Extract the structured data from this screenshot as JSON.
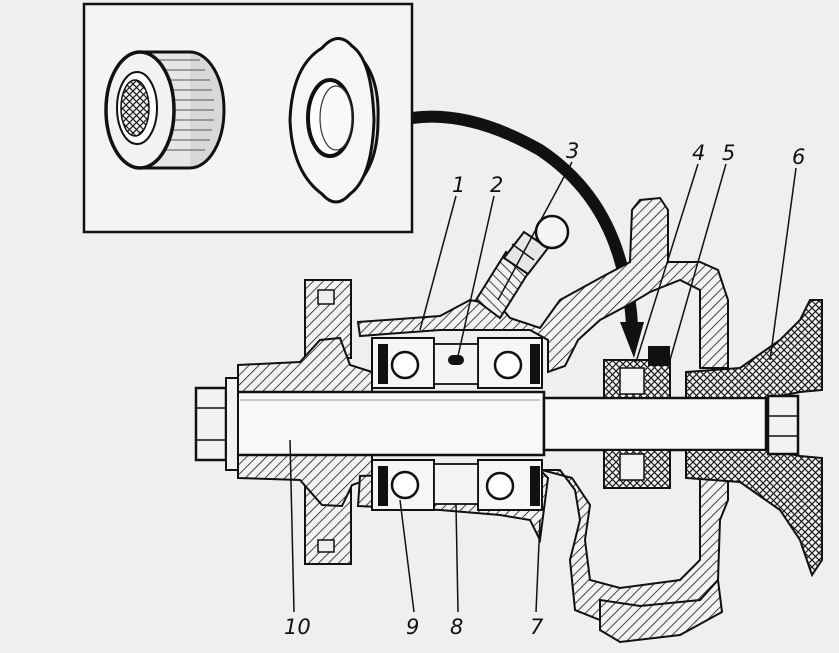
{
  "callouts": [
    {
      "id": "1",
      "text": "1"
    },
    {
      "id": "2",
      "text": "2"
    },
    {
      "id": "3",
      "text": "3"
    },
    {
      "id": "4",
      "text": "4"
    },
    {
      "id": "5",
      "text": "5"
    },
    {
      "id": "6",
      "text": "6"
    },
    {
      "id": "7",
      "text": "7"
    },
    {
      "id": "8",
      "text": "8"
    },
    {
      "id": "9",
      "text": "9"
    },
    {
      "id": "10",
      "text": "10"
    }
  ],
  "colors": {
    "ink": "#111111",
    "paper": "#efefed",
    "hatch": "#2a2a2a"
  }
}
